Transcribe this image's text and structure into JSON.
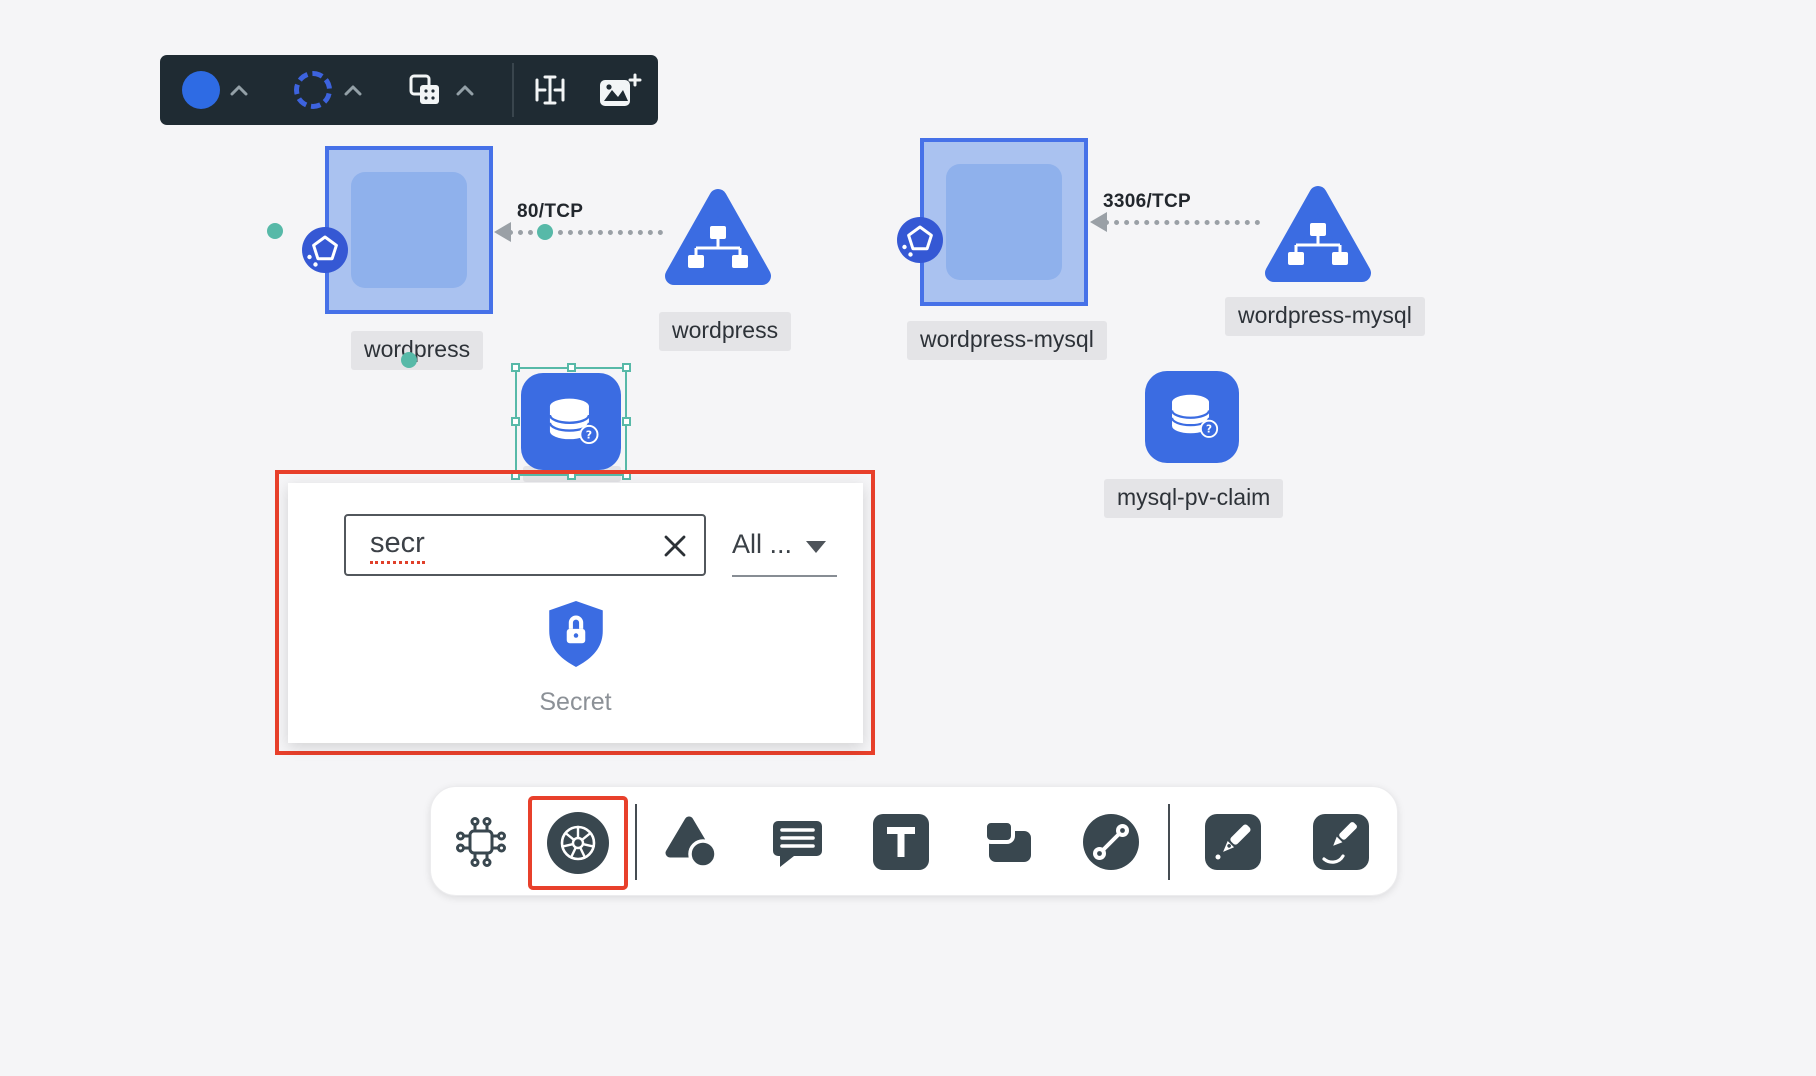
{
  "app": {
    "background": "#f5f5f7"
  },
  "style_toolbar": {
    "items": [
      {
        "name": "fill-color",
        "icon": "filled-circle-swatch-icon",
        "color": "#2e6be4"
      },
      {
        "name": "border-style",
        "icon": "dashed-circle-swatch-icon",
        "color": "#3d63de"
      },
      {
        "name": "pattern",
        "icon": "layers-pattern-icon"
      },
      {
        "name": "resize-text",
        "icon": "text-width-icon"
      },
      {
        "name": "replace-image",
        "icon": "add-image-icon"
      }
    ]
  },
  "diagram": {
    "nodes": {
      "pod_wordpress": {
        "label": "wordpress"
      },
      "service_wordpress": {
        "label": "wordpress"
      },
      "pod_wordpress_mysql": {
        "label": "wordpress-mysql"
      },
      "service_wordpress_mysql": {
        "label": "wordpress-mysql"
      },
      "pvc_mysql": {
        "label": "mysql-pv-claim"
      }
    },
    "edges": {
      "wordpress_http": {
        "label": "80/TCP"
      },
      "mysql_tcp": {
        "label": "3306/TCP"
      }
    },
    "colors": {
      "node_blue": "#3b6ce2",
      "square_border": "#4671e8",
      "square_fill": "#aac2f0",
      "selection_teal": "#57b9a8",
      "highlight_red": "#e8402b",
      "edge_gray": "#9aa0a6",
      "label_bg": "#e4e4e7"
    }
  },
  "shape_picker": {
    "search": {
      "value": "secr"
    },
    "filter": {
      "value": "All ..."
    },
    "results": [
      {
        "label": "Secret",
        "icon": "secret-shield-icon"
      }
    ]
  },
  "tool_dock": {
    "selected": "kubernetes-shapes",
    "tools": [
      {
        "name": "infrastructure-shapes",
        "icon": "circuit-icon"
      },
      {
        "name": "kubernetes-shapes",
        "icon": "kubernetes-wheel-icon"
      },
      {
        "name": "basic-shapes",
        "icon": "shapes-icon"
      },
      {
        "name": "comment",
        "icon": "comment-icon"
      },
      {
        "name": "text",
        "icon": "text-icon"
      },
      {
        "name": "frame",
        "icon": "frame-icon"
      },
      {
        "name": "connector",
        "icon": "connector-icon"
      },
      {
        "name": "pen",
        "icon": "pen-icon"
      },
      {
        "name": "highlighter",
        "icon": "signature-pen-icon"
      }
    ]
  }
}
